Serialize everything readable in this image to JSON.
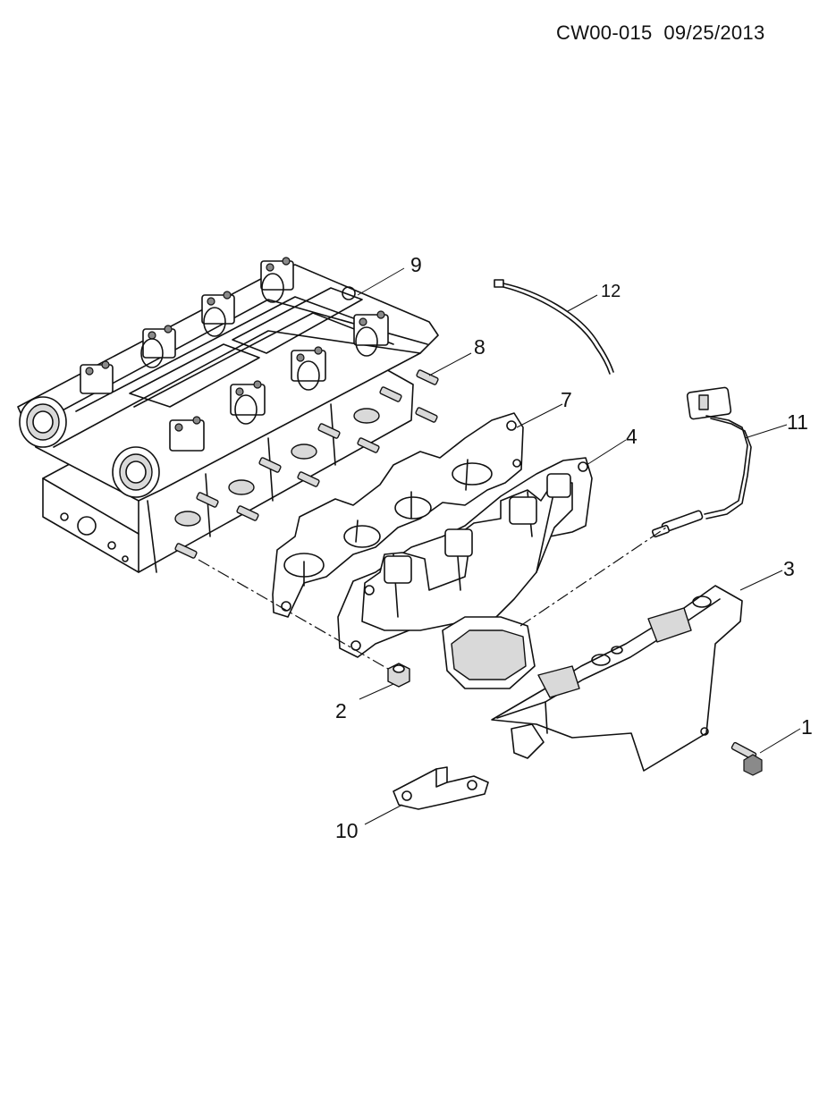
{
  "header": {
    "code": "CW00-015",
    "date": "09/25/2013"
  },
  "callouts": [
    "1",
    "2",
    "3",
    "4",
    "7",
    "8",
    "9",
    "10",
    "11",
    "12"
  ]
}
